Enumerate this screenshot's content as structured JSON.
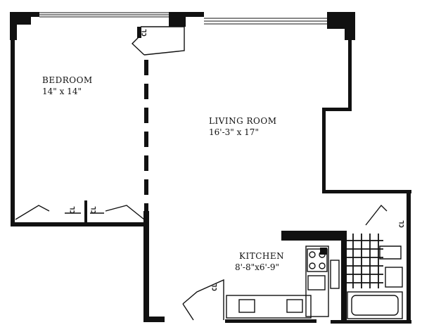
{
  "rooms": {
    "bedroom": {
      "name": "BEDROOM",
      "dims": "14\" x 14\""
    },
    "living": {
      "name": "LIVING ROOM",
      "dims": "16'-3\" x 17\""
    },
    "kitchen": {
      "name": "KITCHEN",
      "dims": "8'-8\"x6'-9\""
    }
  },
  "closets": {
    "bedroom_top": "CL",
    "bedroom_bottom_left": "CL",
    "bedroom_bottom_right": "CL",
    "hall": "CL",
    "bath": "CL"
  },
  "colors": {
    "ink": "#111111",
    "paper": "#ffffff"
  }
}
